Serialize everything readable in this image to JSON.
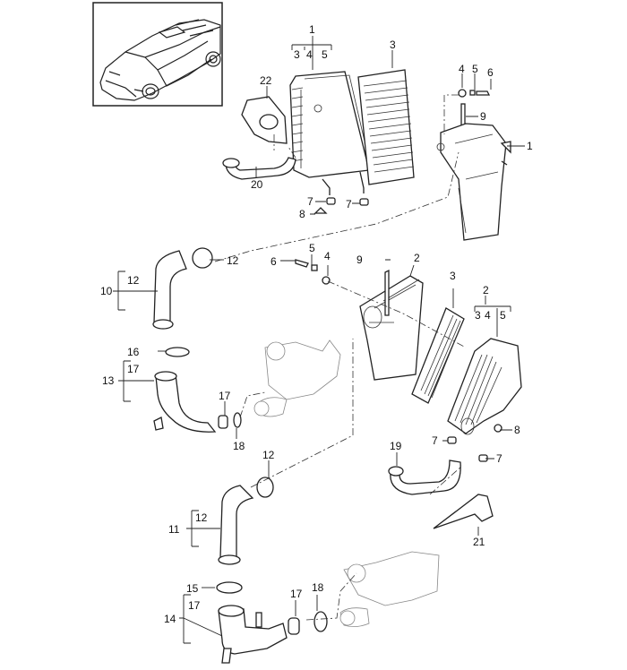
{
  "diagram": {
    "title_vehicle": "vehicle-overview-illustration",
    "callouts": [
      {
        "id": "c1-top",
        "label": "1"
      },
      {
        "id": "c1-sub3",
        "label": "3"
      },
      {
        "id": "c1-sub4",
        "label": "4"
      },
      {
        "id": "c1-sub5",
        "label": "5"
      },
      {
        "id": "c3-top",
        "label": "3"
      },
      {
        "id": "c22",
        "label": "22"
      },
      {
        "id": "c20",
        "label": "20"
      },
      {
        "id": "c7-a",
        "label": "7"
      },
      {
        "id": "c7-b",
        "label": "7"
      },
      {
        "id": "c8-a",
        "label": "8"
      },
      {
        "id": "c4-top",
        "label": "4"
      },
      {
        "id": "c5-top",
        "label": "5"
      },
      {
        "id": "c6-top",
        "label": "6"
      },
      {
        "id": "c9-top",
        "label": "9"
      },
      {
        "id": "c1-right",
        "label": "1"
      },
      {
        "id": "c12-a",
        "label": "12"
      },
      {
        "id": "c10",
        "label": "10"
      },
      {
        "id": "c10-sub12",
        "label": "12"
      },
      {
        "id": "c6-mid",
        "label": "6"
      },
      {
        "id": "c5-mid",
        "label": "5"
      },
      {
        "id": "c4-mid",
        "label": "4"
      },
      {
        "id": "c9-mid",
        "label": "9"
      },
      {
        "id": "c2-mid",
        "label": "2"
      },
      {
        "id": "c3-mid",
        "label": "3"
      },
      {
        "id": "c2-right",
        "label": "2"
      },
      {
        "id": "c2-sub3",
        "label": "3"
      },
      {
        "id": "c2-sub4",
        "label": "4"
      },
      {
        "id": "c2-sub5",
        "label": "5"
      },
      {
        "id": "c16",
        "label": "16"
      },
      {
        "id": "c13",
        "label": "13"
      },
      {
        "id": "c13-sub17",
        "label": "17"
      },
      {
        "id": "c17-a",
        "label": "17"
      },
      {
        "id": "c18-a",
        "label": "18"
      },
      {
        "id": "c8-b",
        "label": "8"
      },
      {
        "id": "c7-c",
        "label": "7"
      },
      {
        "id": "c7-d",
        "label": "7"
      },
      {
        "id": "c19",
        "label": "19"
      },
      {
        "id": "c12-b",
        "label": "12"
      },
      {
        "id": "c11",
        "label": "11"
      },
      {
        "id": "c11-sub12",
        "label": "12"
      },
      {
        "id": "c21",
        "label": "21"
      },
      {
        "id": "c15",
        "label": "15"
      },
      {
        "id": "c14",
        "label": "14"
      },
      {
        "id": "c14-sub17",
        "label": "17"
      },
      {
        "id": "c17-b",
        "label": "17"
      },
      {
        "id": "c18-b",
        "label": "18"
      }
    ]
  }
}
